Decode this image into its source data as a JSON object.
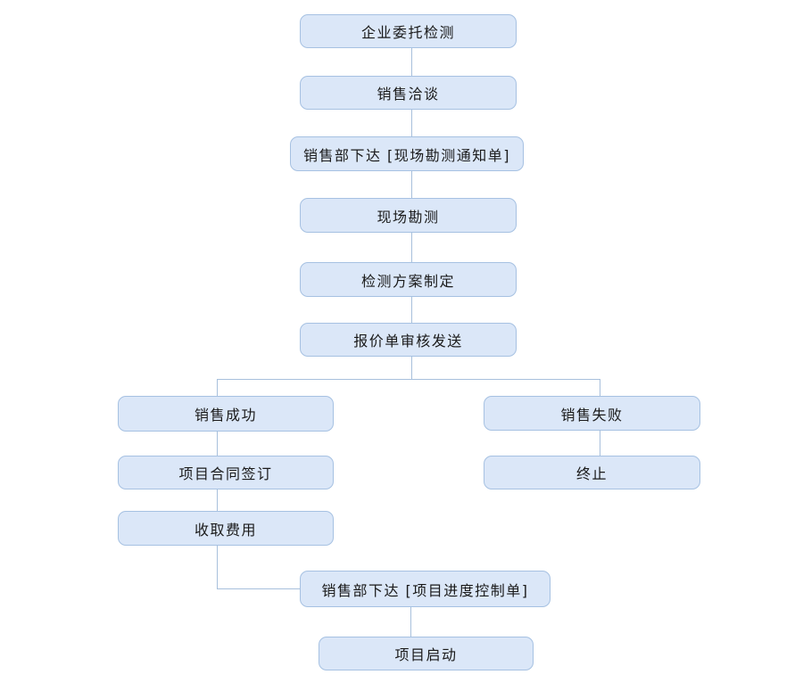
{
  "flowchart": {
    "style": {
      "node_fill": "#dbe7f8",
      "node_border": "#a6c1e2",
      "connector_color": "#a8c0dc",
      "text_color": "#1a1a1a",
      "background": "#ffffff"
    },
    "nodes": [
      {
        "id": "enterprise-commissioned-testing",
        "label": "企业委托检测"
      },
      {
        "id": "sales-negotiation",
        "label": "销售洽谈"
      },
      {
        "id": "site-survey-notice",
        "label": "销售部下达 [现场勘测通知单]"
      },
      {
        "id": "site-survey",
        "label": "现场勘测"
      },
      {
        "id": "test-plan-formulation",
        "label": "检测方案制定"
      },
      {
        "id": "quotation-review-send",
        "label": "报价单审核发送"
      },
      {
        "id": "sales-success",
        "label": "销售成功"
      },
      {
        "id": "project-contract-signing",
        "label": "项目合同签订"
      },
      {
        "id": "fee-collection",
        "label": "收取费用"
      },
      {
        "id": "progress-control-sheet",
        "label": "销售部下达 [项目进度控制单]"
      },
      {
        "id": "project-launch",
        "label": "项目启动"
      },
      {
        "id": "sales-failure",
        "label": "销售失败"
      },
      {
        "id": "terminate",
        "label": "终止"
      }
    ],
    "edges": [
      {
        "from": "enterprise-commissioned-testing",
        "to": "sales-negotiation"
      },
      {
        "from": "sales-negotiation",
        "to": "site-survey-notice"
      },
      {
        "from": "site-survey-notice",
        "to": "site-survey"
      },
      {
        "from": "site-survey",
        "to": "test-plan-formulation"
      },
      {
        "from": "test-plan-formulation",
        "to": "quotation-review-send"
      },
      {
        "from": "quotation-review-send",
        "to": "sales-success"
      },
      {
        "from": "quotation-review-send",
        "to": "sales-failure"
      },
      {
        "from": "sales-success",
        "to": "project-contract-signing"
      },
      {
        "from": "project-contract-signing",
        "to": "fee-collection"
      },
      {
        "from": "fee-collection",
        "to": "progress-control-sheet"
      },
      {
        "from": "progress-control-sheet",
        "to": "project-launch"
      },
      {
        "from": "sales-failure",
        "to": "terminate"
      }
    ]
  }
}
